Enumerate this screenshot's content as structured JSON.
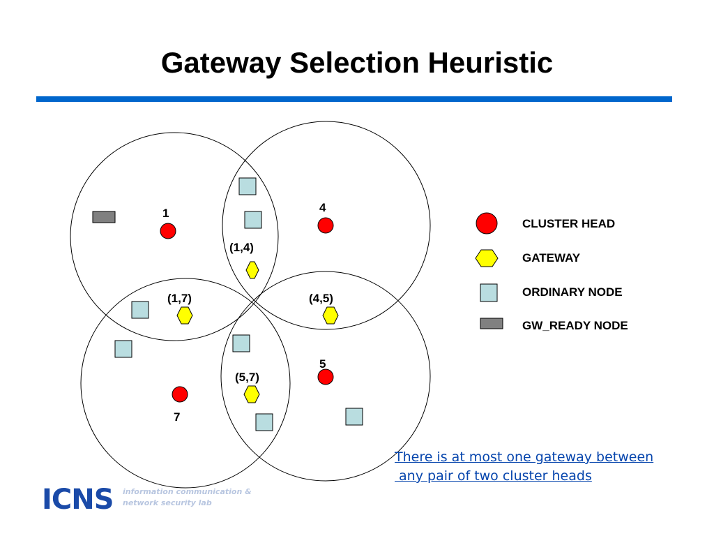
{
  "title": "Gateway Selection Heuristic",
  "colors": {
    "title_rule": "#0066cc",
    "cluster_head": "#ff0000",
    "gateway": "#ffff00",
    "ordinary_node": "#b9dde0",
    "gw_ready_node": "#808080",
    "circle_stroke": "#000000",
    "note_link": "#0645ad",
    "logo": "#1a4aa8"
  },
  "clusters": [
    {
      "id": "cluster-1",
      "label": "1"
    },
    {
      "id": "cluster-4",
      "label": "4"
    },
    {
      "id": "cluster-7",
      "label": "7"
    },
    {
      "id": "cluster-5",
      "label": "5"
    }
  ],
  "gateways": [
    {
      "id": "gateway-1-4",
      "label": "(1,4)"
    },
    {
      "id": "gateway-1-7",
      "label": "(1,7)"
    },
    {
      "id": "gateway-4-5",
      "label": "(4,5)"
    },
    {
      "id": "gateway-5-7",
      "label": "(5,7)"
    }
  ],
  "legend": [
    {
      "id": "cluster-head",
      "label": "CLUSTER HEAD",
      "shape": "circle"
    },
    {
      "id": "gateway",
      "label": "GATEWAY",
      "shape": "hexagon"
    },
    {
      "id": "ordinary-node",
      "label": "ORDINARY NODE",
      "shape": "square"
    },
    {
      "id": "gw-ready-node",
      "label": "GW_READY NODE",
      "shape": "rectangle"
    }
  ],
  "note": {
    "line1": "There is at most one gateway between",
    "line2": " any pair of two cluster heads"
  },
  "logo": {
    "mark": "ICNS",
    "tagline_1": "information communication &",
    "tagline_2": "network security lab"
  }
}
